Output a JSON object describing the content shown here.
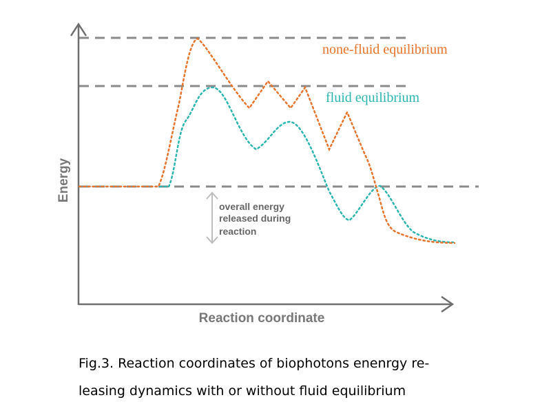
{
  "axes": {
    "x_label": "Reaction coordinate",
    "y_label": "Energy"
  },
  "curves": {
    "none_fluid": {
      "label": "none-fluid equilibrium",
      "color": "#e8732a"
    },
    "fluid": {
      "label": "fluid equilibrium",
      "color": "#2bb5b0"
    }
  },
  "annotation": {
    "lines": [
      "overall energy",
      "released during",
      "reaction"
    ]
  },
  "colors": {
    "axis": "#6e6e6e",
    "dashed": "#8a8a8a",
    "label": "#666666",
    "annotation_arrow": "#bdbdbd"
  },
  "caption": {
    "line1": "Fig.3. Reaction coordinates of biophotons enenrgy re-",
    "line2": "leasing dynamics with or without fluid equilibrium"
  }
}
